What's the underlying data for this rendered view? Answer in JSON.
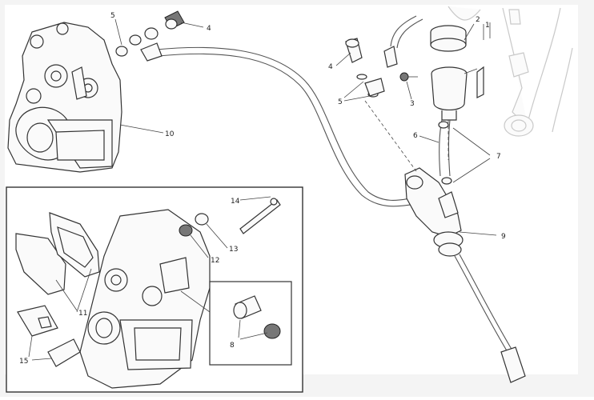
{
  "diagram": {
    "callouts": {
      "c1": "1",
      "c2": "2",
      "c3": "3",
      "c4a": "4",
      "c4b": "4",
      "c5a": "5",
      "c5b": "5",
      "c6": "6",
      "c7": "7",
      "c8": "8",
      "c9": "9",
      "c10": "10",
      "c11": "11",
      "c12": "12",
      "c13": "13",
      "c14": "14",
      "c15": "15"
    }
  }
}
